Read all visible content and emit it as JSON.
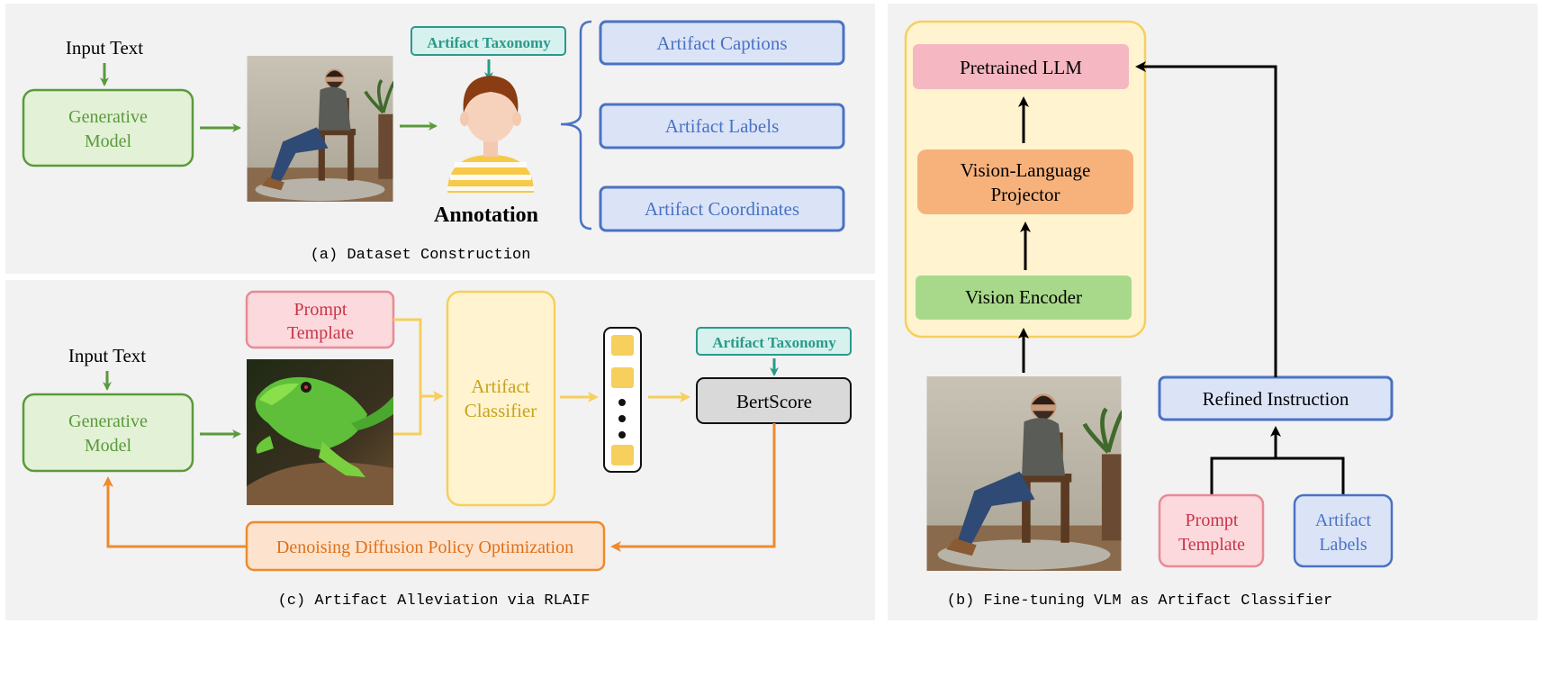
{
  "panel_a": {
    "caption": "(a) Dataset Construction",
    "input_text": "Input Text",
    "generative_model": [
      "Generative",
      "Model"
    ],
    "artifact_taxonomy": "Artifact Taxonomy",
    "annotation": "Annotation",
    "outputs": [
      "Artifact Captions",
      "Artifact Labels",
      "Artifact Coordinates"
    ]
  },
  "panel_b": {
    "caption": "(b) Fine-tuning VLM as Artifact Classifier",
    "pretrained_llm": "Pretrained LLM",
    "projector": [
      "Vision-Language",
      "Projector"
    ],
    "vision_encoder": "Vision Encoder",
    "refined_instruction": "Refined Instruction",
    "prompt_template": [
      "Prompt",
      "Template"
    ],
    "artifact_labels": [
      "Artifact",
      "Labels"
    ]
  },
  "panel_c": {
    "caption": "(c) Artifact Alleviation via RLAIF",
    "input_text": "Input Text",
    "generative_model": [
      "Generative",
      "Model"
    ],
    "prompt_template": [
      "Prompt",
      "Template"
    ],
    "artifact_classifier": [
      "Artifact",
      "Classifier"
    ],
    "artifact_taxonomy": "Artifact Taxonomy",
    "bertscore": "BertScore",
    "ddpo": "Denoising Diffusion Policy Optimization"
  },
  "colors": {
    "green": "#5a9a3c",
    "blue": "#4a72c4",
    "teal": "#2a9a8a",
    "orange": "#ef8a2e",
    "yellow": "#f6cf5c",
    "red": "#c8344a",
    "gold_text": "#c9a21f"
  },
  "icons": [
    "man-on-chair-photo",
    "lizard-photo",
    "annotator-person-icon",
    "token-stack-icon"
  ]
}
